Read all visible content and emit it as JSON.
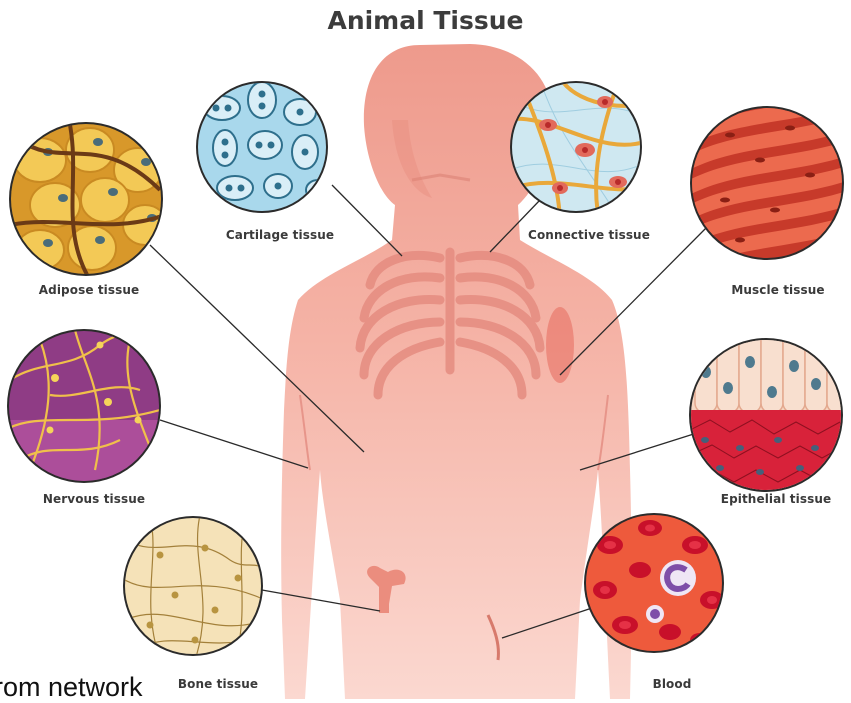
{
  "title": "Animal Tissue",
  "labels": {
    "cartilage": "Cartilage tissue",
    "connective": "Connective tissue",
    "adipose": "Adipose tissue",
    "muscle": "Muscle tissue",
    "nervous": "Nervous tissue",
    "epithelial": "Epithelial tissue",
    "bone": "Bone tissue",
    "blood": "Blood"
  },
  "caption": "rom network",
  "colors": {
    "body": "#f3aa9d",
    "cartilage": "#a9d8ec",
    "connective": "#cfe8f1",
    "adipose": "#f2c24a",
    "muscle": "#e4543c",
    "nervous": "#8f3c85",
    "epithelial": "#d8223a",
    "bone": "#f5e2b8",
    "blood": "#e8463a"
  }
}
